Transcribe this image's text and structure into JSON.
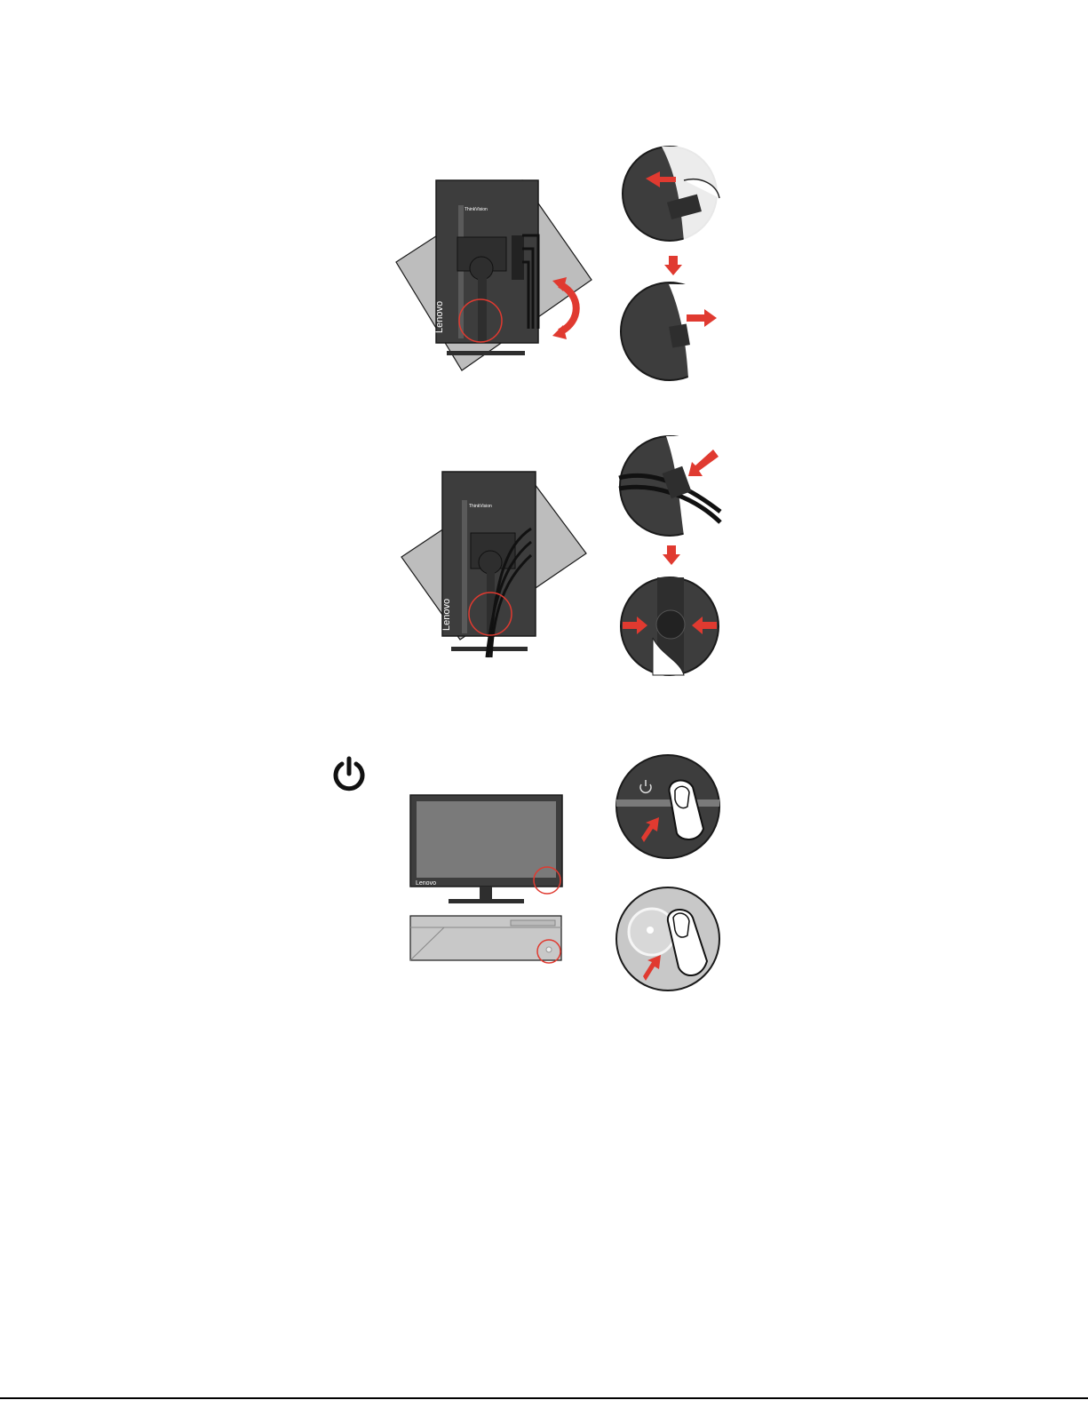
{
  "page": {
    "title": "Lenovo monitor setup illustrations",
    "sections": [
      {
        "id": "cable-clip-open",
        "monitor_brand": "Lenovo",
        "monitor_brand_top": "ThinkVision",
        "arrow_color": "#e03a30"
      },
      {
        "id": "cable-clip-close",
        "monitor_brand": "Lenovo",
        "monitor_brand_top": "ThinkVision",
        "arrow_color": "#e03a30"
      },
      {
        "id": "power-on",
        "monitor_brand": "Lenovo",
        "power_symbol": "⏻",
        "arrow_color": "#e03a30"
      }
    ]
  },
  "colors": {
    "monitor_dark": "#3d3d3d",
    "panel_gray": "#bdbdbd",
    "accent_red": "#e03a30",
    "outline": "#1a1a1a"
  }
}
